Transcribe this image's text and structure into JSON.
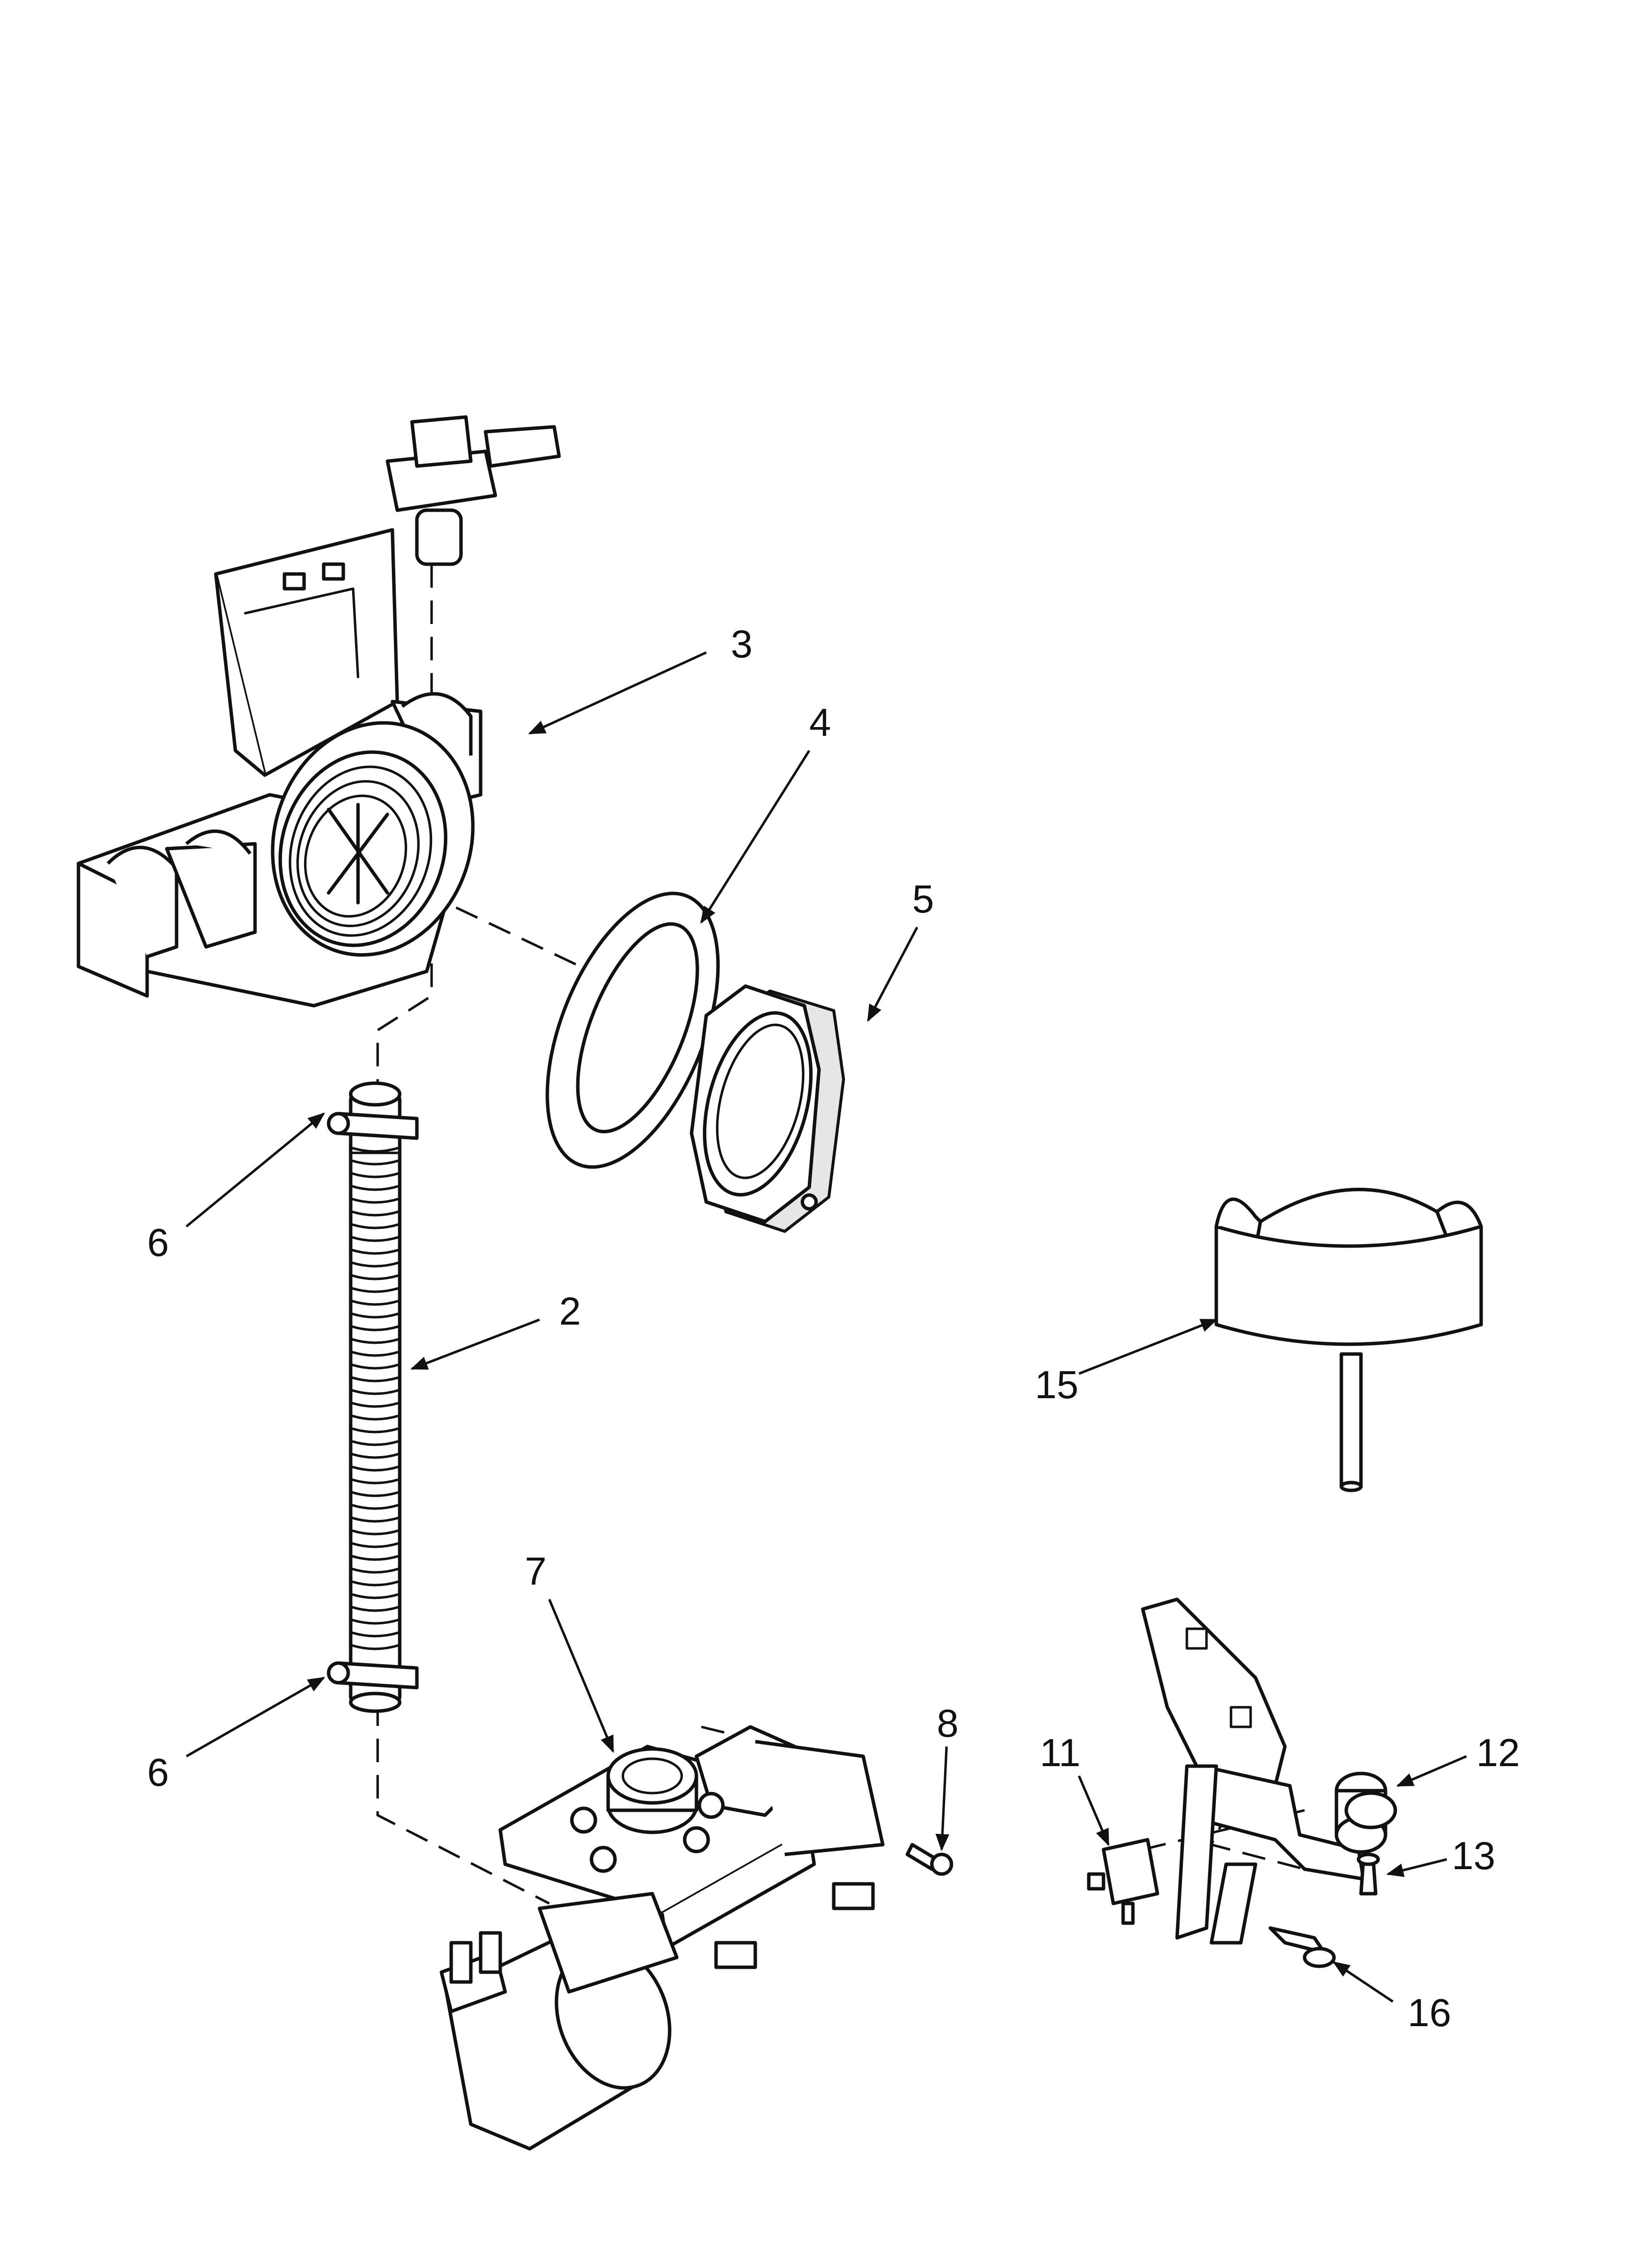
{
  "callouts": {
    "c2": "2",
    "c3": "3",
    "c4": "4",
    "c5": "5",
    "c6_top": "6",
    "c6_bottom": "6",
    "c7": "7",
    "c8": "8",
    "c11": "11",
    "c12": "12",
    "c13": "13",
    "c15": "15",
    "c16": "16"
  },
  "parts": [
    {
      "ref": "2",
      "icon": "corrugated-hose-icon"
    },
    {
      "ref": "3",
      "icon": "fill-funnel-bracket-icon"
    },
    {
      "ref": "4",
      "icon": "gasket-ring-icon"
    },
    {
      "ref": "5",
      "icon": "hex-nut-icon"
    },
    {
      "ref": "6",
      "icon": "hose-clamp-icon"
    },
    {
      "ref": "7",
      "icon": "water-inlet-valve-icon"
    },
    {
      "ref": "8",
      "icon": "screw-icon"
    },
    {
      "ref": "11",
      "icon": "micro-switch-icon"
    },
    {
      "ref": "12",
      "icon": "float-switch-bracket-icon"
    },
    {
      "ref": "13",
      "icon": "screw-icon"
    },
    {
      "ref": "15",
      "icon": "float-icon"
    },
    {
      "ref": "16",
      "icon": "lever-icon"
    }
  ]
}
